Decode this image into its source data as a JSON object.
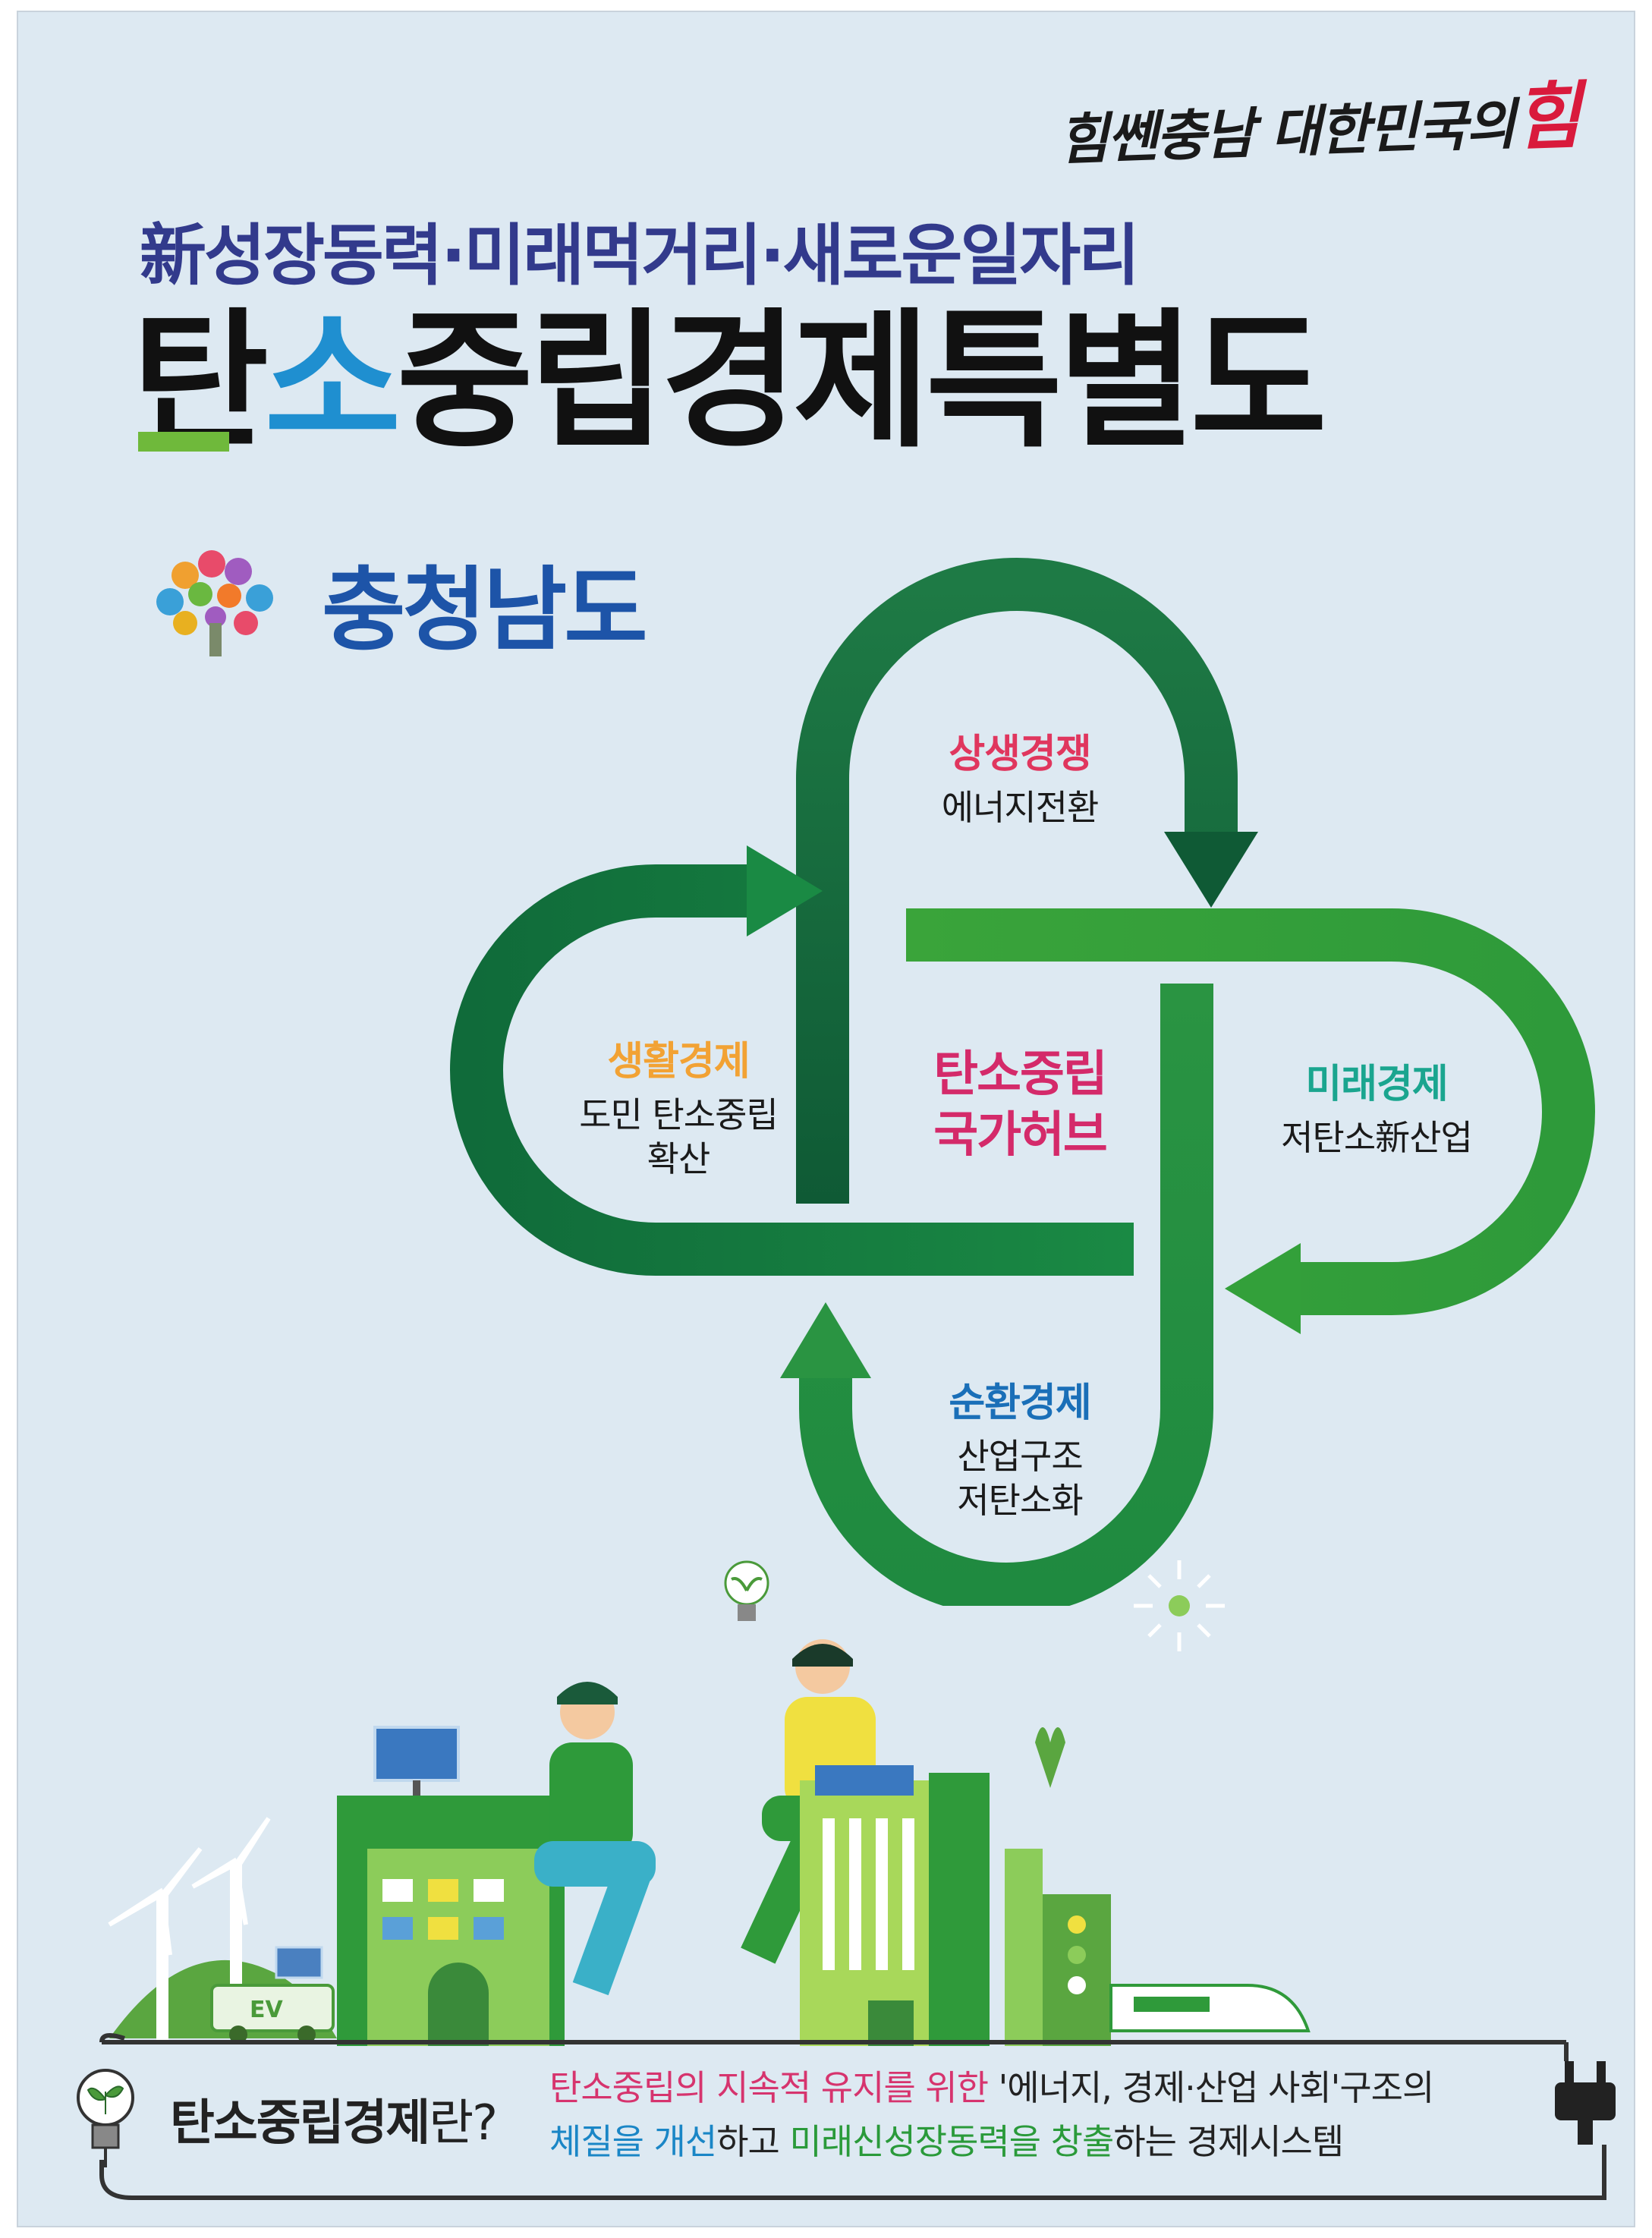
{
  "slogan": {
    "text": "힘쎈충남 대한민국의",
    "accent": "힘"
  },
  "subtitle": "新성장동력·미래먹거리·새로운일자리",
  "title": {
    "char1": "탄",
    "char2": "소",
    "rest": "중립경제특별도"
  },
  "government": {
    "name": "충청남도"
  },
  "diagram": {
    "top": {
      "title": "상생경쟁",
      "lines": [
        "에너지전환"
      ]
    },
    "left": {
      "title": "생활경제",
      "lines": [
        "도민 탄소중립",
        "확산"
      ]
    },
    "right": {
      "title": "미래경제",
      "lines": [
        "저탄소新산업"
      ]
    },
    "bottom": {
      "title": "순환경제",
      "lines": [
        "산업구조",
        "저탄소화"
      ]
    },
    "center": {
      "lines": [
        "탄소중립",
        "국가허브"
      ]
    }
  },
  "colors": {
    "top_title": "#e0365e",
    "left_title": "#f2a234",
    "right_title": "#1aa58f",
    "bottom_title": "#1a6fb8",
    "center_title": "#d42a6a"
  },
  "definition": {
    "label_bold": "탄소중립경제",
    "label_rest": "란?",
    "line1": {
      "a": "탄소중립의 지속적 유지를 위한",
      "b": " '에너지, 경제·산업 사회'구조의"
    },
    "line2": {
      "a": "체질을 개선",
      "b": "하고 ",
      "c": "미래신성장동력을 창출",
      "d": "하는 경제시스템"
    }
  },
  "scene": {
    "ev_label": "EV"
  },
  "icons": [
    "lightbulb-icon",
    "plug-icon",
    "government-logo"
  ]
}
